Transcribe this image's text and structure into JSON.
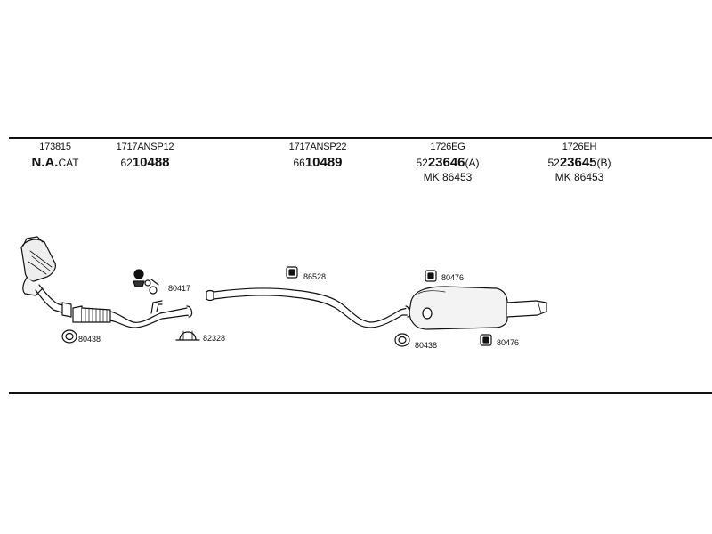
{
  "headers": [
    {
      "code": "173815",
      "pre": "",
      "main": "N.A.",
      "suf": "CAT",
      "mk": ""
    },
    {
      "code": "1717ANSP12",
      "pre": "62",
      "main": "10488",
      "suf": "",
      "mk": ""
    },
    {
      "code": "1717ANSP22",
      "pre": "66",
      "main": "10489",
      "suf": "",
      "mk": ""
    },
    {
      "code": "1726EG",
      "pre": "52",
      "main": "23646",
      "suf": "(A)",
      "mk": "MK  86453"
    },
    {
      "code": "1726EH",
      "pre": "52",
      "main": "23645",
      "suf": "(B)",
      "mk": "MK  86453"
    }
  ],
  "part_labels": {
    "ring_left": "80438",
    "bolt_set": "80417",
    "clamp": "82328",
    "hanger_mid": "86528",
    "hanger_rear_top": "80476",
    "ring_rear": "80438",
    "hanger_rear_bottom": "80476"
  }
}
